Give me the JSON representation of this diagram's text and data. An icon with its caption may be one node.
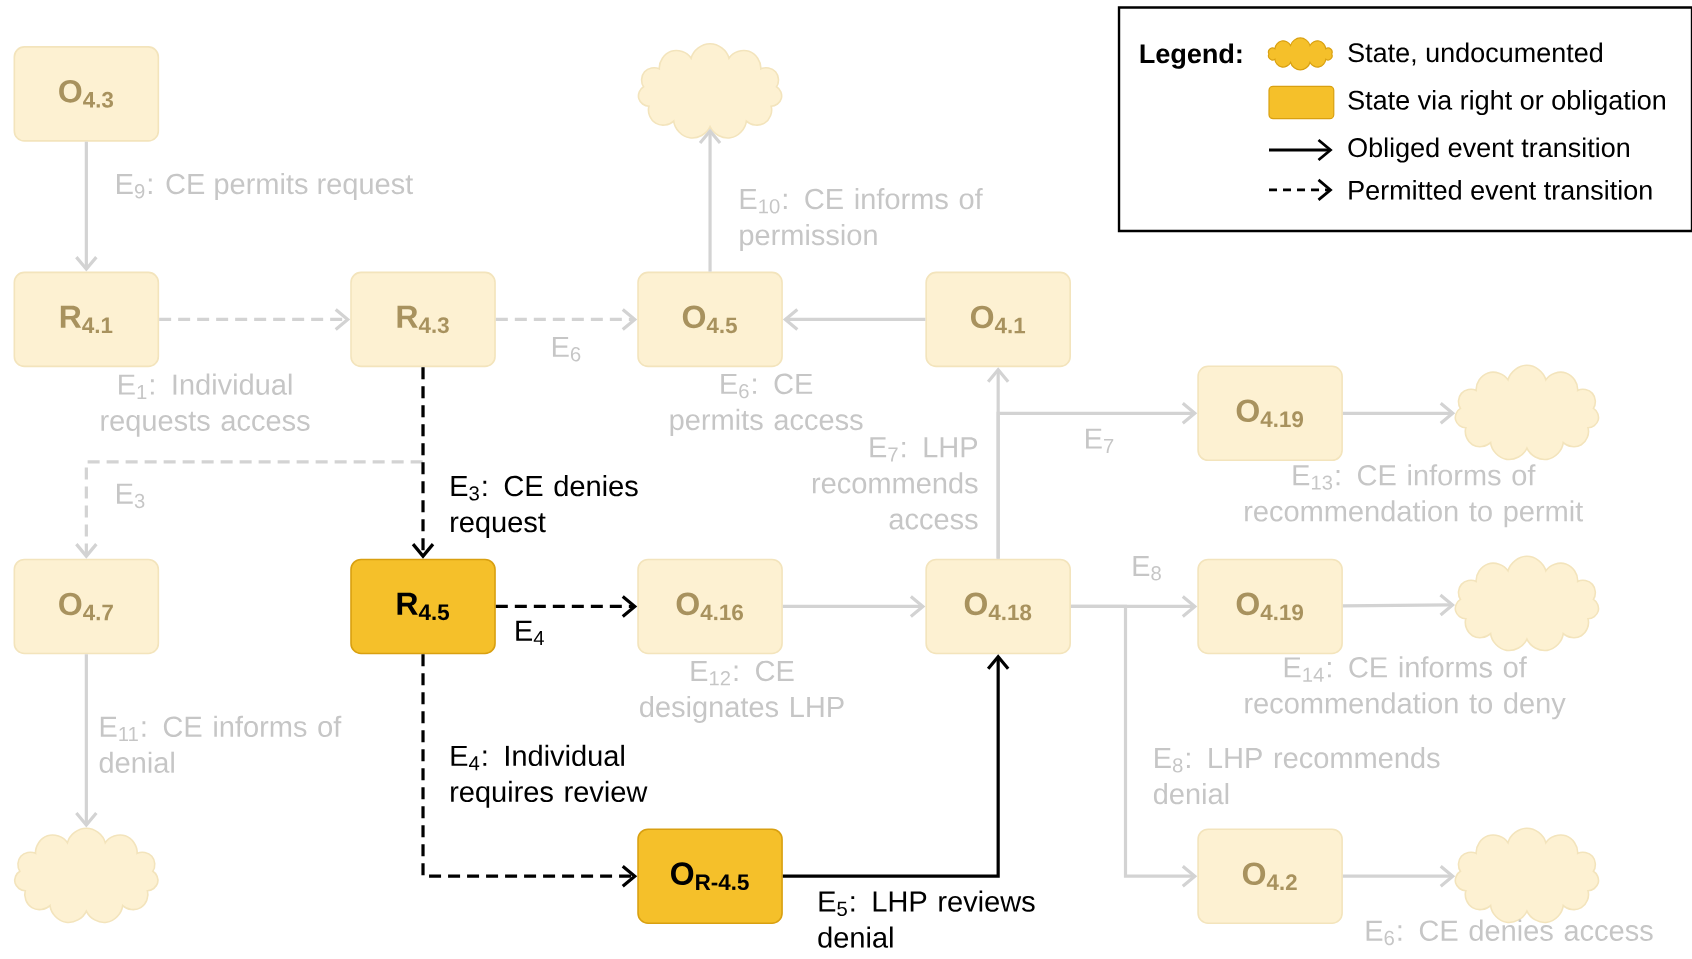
{
  "diagram": {
    "nodes": [
      {
        "text": [
          "O$_{4.3}$"
        ]
      },
      {
        "text": [
          "R$_{4.1}$"
        ]
      },
      {
        "text": [
          "R$_{4.3}$"
        ]
      },
      {
        "text": [],
        "shape": "cloud"
      },
      {
        "text": [
          "O$_{4.5}$"
        ]
      },
      {
        "text": [
          "O$_{4.1}$"
        ]
      },
      {
        "text": [
          "O$_{4.19}$"
        ]
      },
      {
        "text": [],
        "shape": "cloud"
      },
      {
        "text": [
          "O$_{4.7}$"
        ]
      },
      {
        "text": [
          "R$_{4.5}$"
        ]
      },
      {
        "text": [
          "O$_{4.16}$"
        ]
      },
      {
        "text": [
          "O$_{4.18}$"
        ]
      },
      {
        "text": [
          "O$_{4.19}$"
        ]
      },
      {
        "text": [],
        "shape": "cloud"
      },
      {
        "text": [],
        "shape": "cloud"
      },
      {
        "text": [
          "O$_{R-4.5}$"
        ]
      },
      {
        "text": [
          "O$_{4.2}$"
        ]
      },
      {
        "text": [],
        "shape": "cloud"
      }
    ],
    "edges": [
      {
        "from": 0,
        "to": 1,
        "arrow": "to",
        "label": "E$_{9}$: CE permits request"
      },
      {
        "from": 1,
        "to": 2,
        "arrow": "to",
        "style": "dashed",
        "label": "E$_{1}$: Individual requests access"
      },
      {
        "from": 2,
        "to": 4,
        "arrow": "to",
        "style": "dashed",
        "label": "E$_{6}$"
      },
      {
        "from": 5,
        "to": 4,
        "arrow": "to",
        "label": "E$_{6}$: CE permits access"
      },
      {
        "from": 4,
        "to": 3,
        "arrow": "to",
        "label": "E$_{10}$: CE informs of permission"
      },
      {
        "from": 2,
        "to": 8,
        "arrow": "to",
        "style": "dashed",
        "label": "E$_{3}$"
      },
      {
        "from": 2,
        "to": 9,
        "arrow": "to",
        "style": "dashed",
        "color": "#000000",
        "label": "E$_{3}$: CE denies request"
      },
      {
        "from": 9,
        "to": 10,
        "arrow": "to",
        "style": "dashed",
        "color": "#000000",
        "label": "E$_{4}$"
      },
      {
        "from": 10,
        "to": 11,
        "arrow": "to",
        "label": "E$_{12}$: CE designates LHP"
      },
      {
        "from": 11,
        "to": 5,
        "arrow": "to",
        "label": "E$_{7}$: LHP recommends access"
      },
      {
        "from": 11,
        "to": 6,
        "arrow": "to",
        "label": "E$_{7}$"
      },
      {
        "from": 6,
        "to": 7,
        "arrow": "to",
        "label": "E$_{13}$: CE informs of recommendation to permit"
      },
      {
        "from": 11,
        "to": 12,
        "arrow": "to",
        "label": "E$_{8}$"
      },
      {
        "from": 11,
        "to": 16,
        "arrow": "to",
        "label": "E$_{8}$: LHP recommends denial"
      },
      {
        "from": 12,
        "to": 13,
        "arrow": "to",
        "label": "E$_{14}$: CE informs of recommendation to deny"
      },
      {
        "from": 16,
        "to": 17,
        "arrow": "to",
        "label": "E$_{6}$: CE denies access"
      },
      {
        "from": 8,
        "to": 14,
        "arrow": "to",
        "label": "E$_{11}$: CE informs of denial"
      },
      {
        "from": 9,
        "to": 15,
        "arrow": "to",
        "style": "dashed",
        "color": "#000000",
        "label": "E$_{4}$: Individual requires review"
      },
      {
        "from": 15,
        "to": 11,
        "arrow": "to",
        "color": "#000000",
        "label": "E$_{5}$: LHP reviews denial"
      }
    ],
    "labels": [
      "Legend:"
    ],
    "legend": [
      {
        "text": "State, undocumented"
      },
      {
        "text": "State via right or obligation",
        "color": "#f5c02a"
      },
      {
        "text": "Obliged event transition"
      },
      {
        "text": "Permitted event transition"
      }
    ]
  }
}
